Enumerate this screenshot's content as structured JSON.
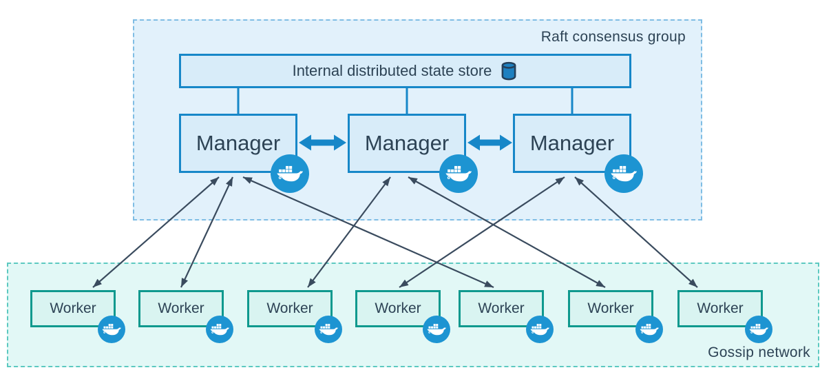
{
  "raft_group": {
    "label": "Raft consensus group"
  },
  "state_store": {
    "label": "Internal distributed state store",
    "icon": "database-cylinder-icon"
  },
  "managers": [
    {
      "id": "manager-1",
      "label": "Manager"
    },
    {
      "id": "manager-2",
      "label": "Manager"
    },
    {
      "id": "manager-3",
      "label": "Manager"
    }
  ],
  "workers": [
    {
      "id": "worker-1",
      "label": "Worker"
    },
    {
      "id": "worker-2",
      "label": "Worker"
    },
    {
      "id": "worker-3",
      "label": "Worker"
    },
    {
      "id": "worker-4",
      "label": "Worker"
    },
    {
      "id": "worker-5",
      "label": "Worker"
    },
    {
      "id": "worker-6",
      "label": "Worker"
    },
    {
      "id": "worker-7",
      "label": "Worker"
    }
  ],
  "gossip_network": {
    "label": "Gossip network"
  },
  "connections": {
    "manager_peer_links": [
      {
        "from": "manager-1",
        "to": "manager-2",
        "style": "thick-double-arrow"
      },
      {
        "from": "manager-2",
        "to": "manager-3",
        "style": "thick-double-arrow"
      }
    ],
    "store_links": [
      "manager-1",
      "manager-2",
      "manager-3"
    ],
    "manager_worker_links": [
      {
        "from": "manager-1",
        "to": "worker-1",
        "style": "double-arrow"
      },
      {
        "from": "manager-1",
        "to": "worker-2",
        "style": "double-arrow"
      },
      {
        "from": "manager-1",
        "to": "worker-5",
        "style": "double-arrow"
      },
      {
        "from": "manager-2",
        "to": "worker-3",
        "style": "double-arrow"
      },
      {
        "from": "manager-2",
        "to": "worker-6",
        "style": "double-arrow"
      },
      {
        "from": "manager-3",
        "to": "worker-4",
        "style": "double-arrow"
      },
      {
        "from": "manager-3",
        "to": "worker-7",
        "style": "double-arrow"
      }
    ]
  },
  "icons": {
    "docker_badge": "docker-whale-icon",
    "state_store": "database-cylinder-icon"
  },
  "colors": {
    "raft_fill": "#e2f1fb",
    "raft_border": "#7fbde4",
    "gossip_fill": "#e2f8f6",
    "gossip_border": "#5cc9c0",
    "manager_fill": "#d8ecf9",
    "manager_border": "#1787c8",
    "worker_fill": "#d9f4f1",
    "worker_border": "#0f998e",
    "docker_badge_blue": "#1d94d2",
    "thin_arrow": "#3a4b5e",
    "text": "#2d4355"
  }
}
